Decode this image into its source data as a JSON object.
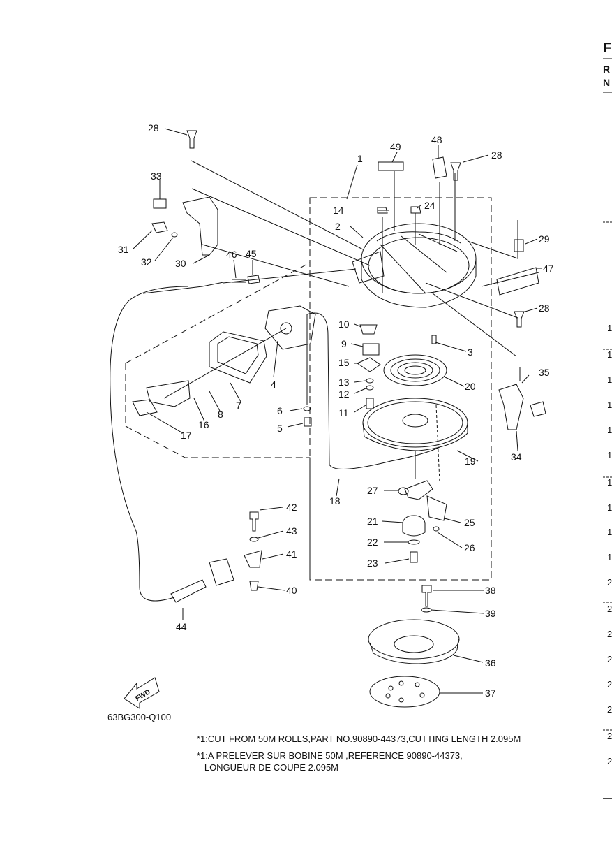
{
  "diagram_code": "63BG300-Q100",
  "fwd_label": "FWD",
  "notes": [
    "*1:CUT FROM 50M ROLLS,PART NO.90890-44373,CUTTING LENGTH 2.095M",
    "*1:A PRELEVER SUR BOBINE 50M ,REFERENCE 90890-44373,",
    "   LONGUEUR DE COUPE 2.095M"
  ],
  "edge_letters": [
    "F",
    "R",
    "N"
  ],
  "edge_numbers": [
    "1",
    "1",
    "1",
    "1",
    "1",
    "1",
    "1",
    "1",
    "1",
    "1",
    "2",
    "2",
    "2",
    "2",
    "2",
    "2",
    "2",
    "2"
  ],
  "callouts": [
    "1",
    "2",
    "3",
    "5",
    "6",
    "7",
    "8",
    "9",
    "10",
    "11",
    "12",
    "13",
    "14",
    "15",
    "16",
    "17",
    "18",
    "19",
    "20",
    "21",
    "22",
    "23",
    "24",
    "25",
    "26",
    "27",
    "28",
    "28",
    "28",
    "29",
    "30",
    "31",
    "32",
    "33",
    "34",
    "35",
    "36",
    "37",
    "38",
    "39",
    "40",
    "41",
    "42",
    "43",
    "44",
    "45",
    "46",
    "47",
    "48",
    "49",
    "4"
  ]
}
